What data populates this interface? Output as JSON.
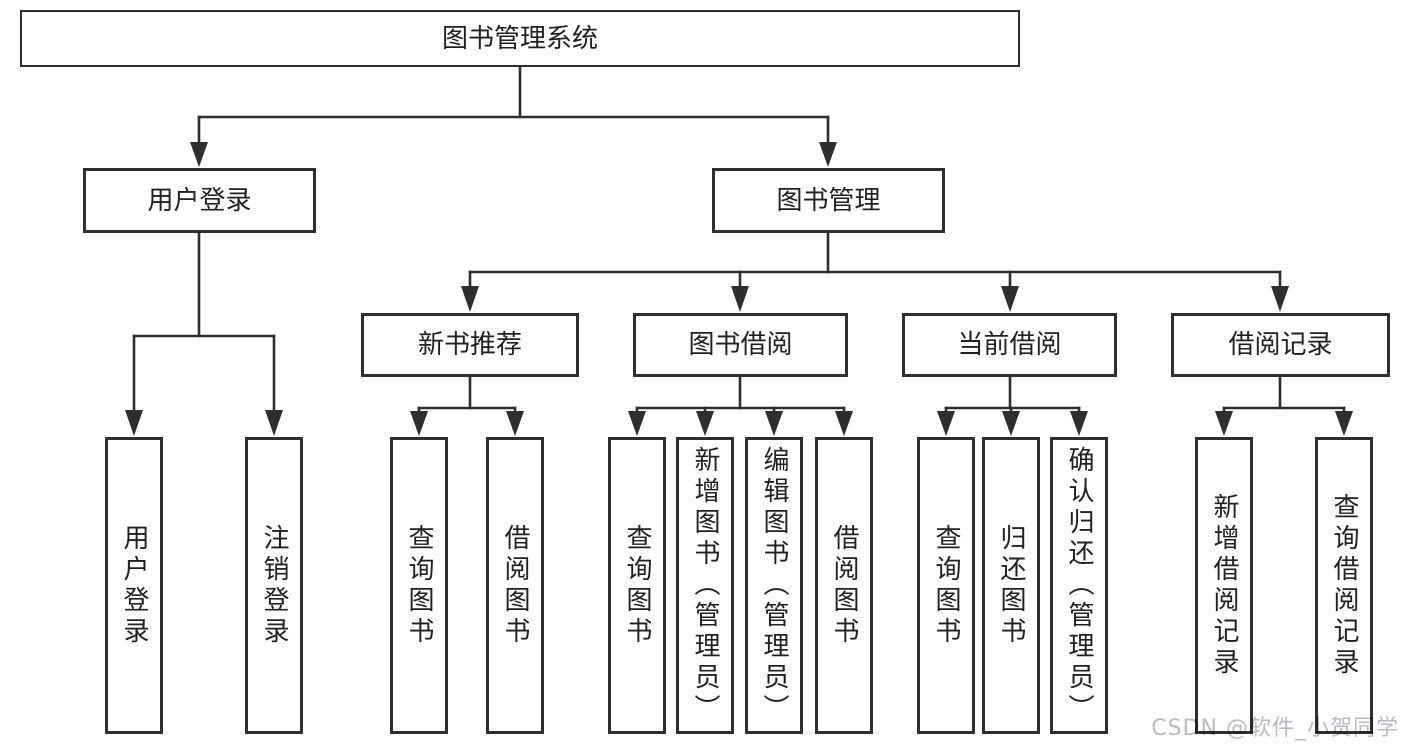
{
  "tree": {
    "label": "图书管理系统",
    "children": [
      {
        "label": "用户登录",
        "children": [
          {
            "label": "用户登录"
          },
          {
            "label": "注销登录"
          }
        ]
      },
      {
        "label": "图书管理",
        "children": [
          {
            "label": "新书推荐",
            "children": [
              {
                "label": "查询图书"
              },
              {
                "label": "借阅图书"
              }
            ]
          },
          {
            "label": "图书借阅",
            "children": [
              {
                "label": "查询图书"
              },
              {
                "label": "新增图书（管理员）"
              },
              {
                "label": "编辑图书（管理员）"
              },
              {
                "label": "借阅图书"
              }
            ]
          },
          {
            "label": "当前借阅",
            "children": [
              {
                "label": "查询图书"
              },
              {
                "label": "归还图书"
              },
              {
                "label": "确认归还（管理员）"
              }
            ]
          },
          {
            "label": "借阅记录",
            "children": [
              {
                "label": "新增借阅记录"
              },
              {
                "label": "查询借阅记录"
              }
            ]
          }
        ]
      }
    ]
  },
  "watermark": {
    "text": "CSDN @软件_小贺同学"
  },
  "colors": {
    "line": "#2e2e2e",
    "text": "#212121",
    "watermark": "#b9bdc1",
    "background": "#ffffff"
  }
}
